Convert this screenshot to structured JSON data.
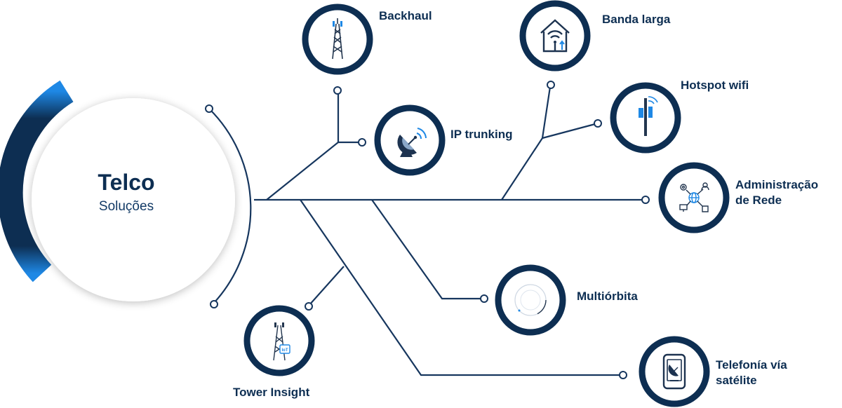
{
  "hub": {
    "title": "Telco",
    "subtitle": "Soluções"
  },
  "colors": {
    "navy": "#0d2e52",
    "line": "#16365e",
    "accent": "#1e88e5"
  },
  "nodes": [
    {
      "id": "backhaul",
      "label": "Backhaul",
      "icon": "cell-tower-icon"
    },
    {
      "id": "ip-trunking",
      "label": "IP trunking",
      "icon": "satellite-dish-icon"
    },
    {
      "id": "banda-larga",
      "label": "Banda larga",
      "icon": "home-wifi-icon"
    },
    {
      "id": "hotspot-wifi",
      "label": "Hotspot wifi",
      "icon": "wifi-hotspot-pole-icon"
    },
    {
      "id": "admin-rede",
      "label_line1": "Administração",
      "label_line2": "de Rede",
      "icon": "network-admin-icon"
    },
    {
      "id": "multiorbita",
      "label": "Multiórbita",
      "icon": "orbit-icon"
    },
    {
      "id": "telefonia",
      "label_line1": "Telefonía vía",
      "label_line2": "satélite",
      "icon": "satellite-phone-icon"
    },
    {
      "id": "tower-insight",
      "label": "Tower Insight",
      "icon": "iot-tower-icon"
    }
  ]
}
